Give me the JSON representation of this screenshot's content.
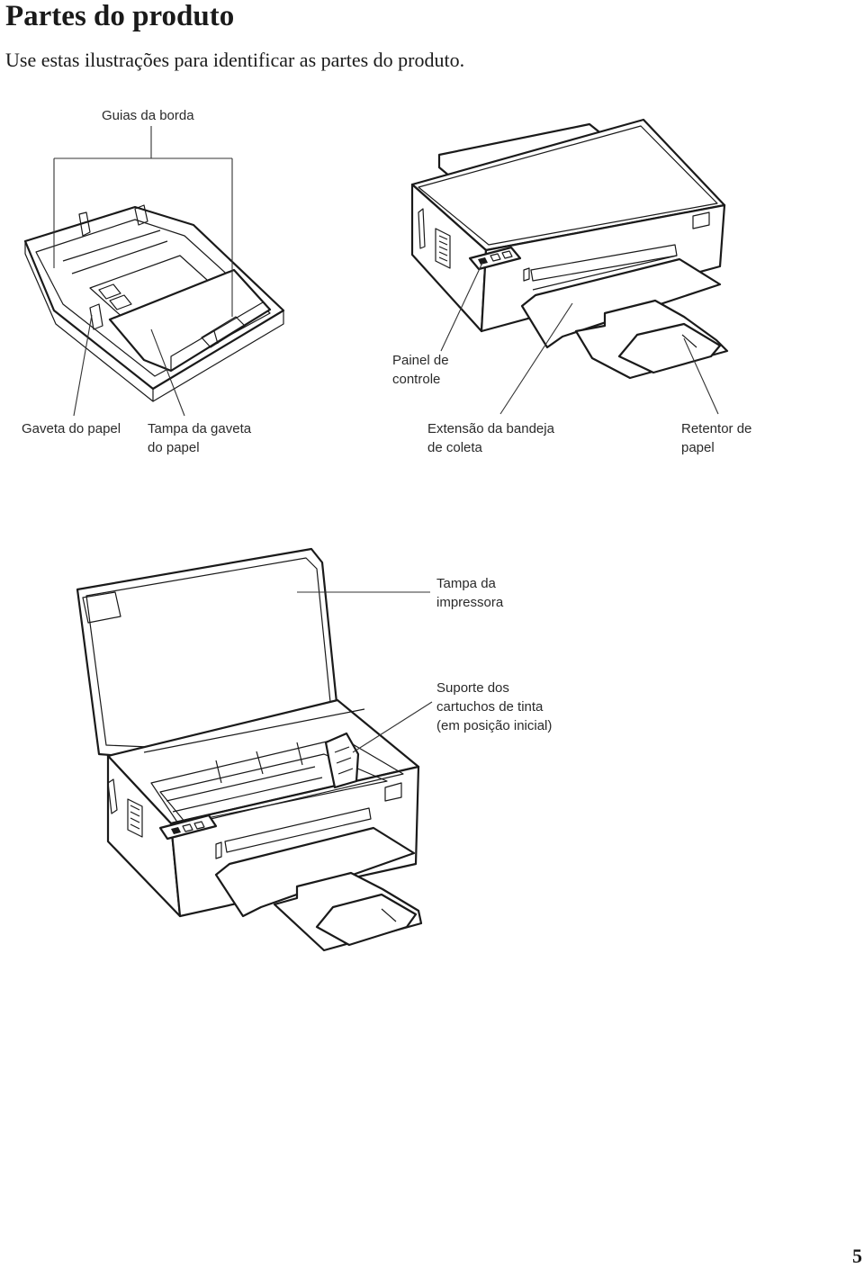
{
  "header": {
    "title": "Partes do produto",
    "subtitle": "Use estas ilustrações para identificar as partes do produto."
  },
  "callouts": {
    "edge_guides": [
      "Guias da borda"
    ],
    "paper_cassette": [
      "Gaveta do papel"
    ],
    "cassette_cover": [
      "Tampa da gaveta",
      "do papel"
    ],
    "control_panel": [
      "Painel de",
      "controle"
    ],
    "output_tray_extension": [
      "Extensão da bandeja",
      "de coleta"
    ],
    "paper_stopper": [
      "Retentor de",
      "papel"
    ],
    "printer_cover": [
      "Tampa da",
      "impressora"
    ],
    "ink_cartridge_holder": [
      "Suporte dos",
      "cartuchos de tinta",
      "(em posição inicial)"
    ]
  },
  "footer": {
    "page_number": "5"
  }
}
